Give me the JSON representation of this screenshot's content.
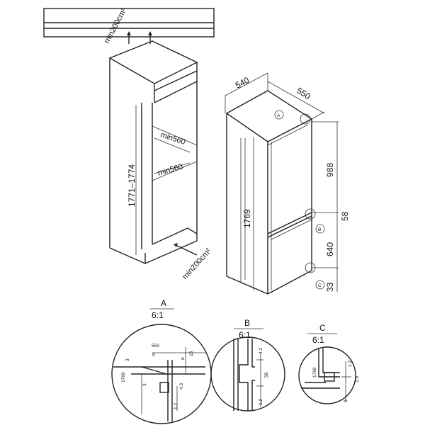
{
  "cabinet": {
    "ventilation_top": "min200cm²",
    "ventilation_bottom": "min200cm²",
    "height_range": "1771–1774",
    "depth_upper": "min560",
    "depth_lower": "min560"
  },
  "appliance": {
    "width": "540",
    "depth": "550",
    "height": "1769",
    "upper_height": "988",
    "gap": "58",
    "lower_height": "640",
    "base": "33",
    "marker_a": "A",
    "marker_b": "B",
    "marker_c": "C"
  },
  "details": [
    {
      "letter": "A",
      "scale": "6:1",
      "dims": {
        "d550": "550",
        "d9": "9",
        "d3a": "3",
        "d6": "6",
        "d15": "15",
        "d1769": "1769",
        "d3b": "3",
        "d43": "4.3",
        "d12": "1.2"
      }
    },
    {
      "letter": "B",
      "scale": "6:1",
      "dims": {
        "d42": "4.2",
        "d58": "58",
        "d12": "1.2"
      }
    },
    {
      "letter": "C",
      "scale": "6:1",
      "dims": {
        "d1769": "1769",
        "d12": "1.2",
        "d25": "2.5",
        "d8": "8"
      }
    }
  ]
}
